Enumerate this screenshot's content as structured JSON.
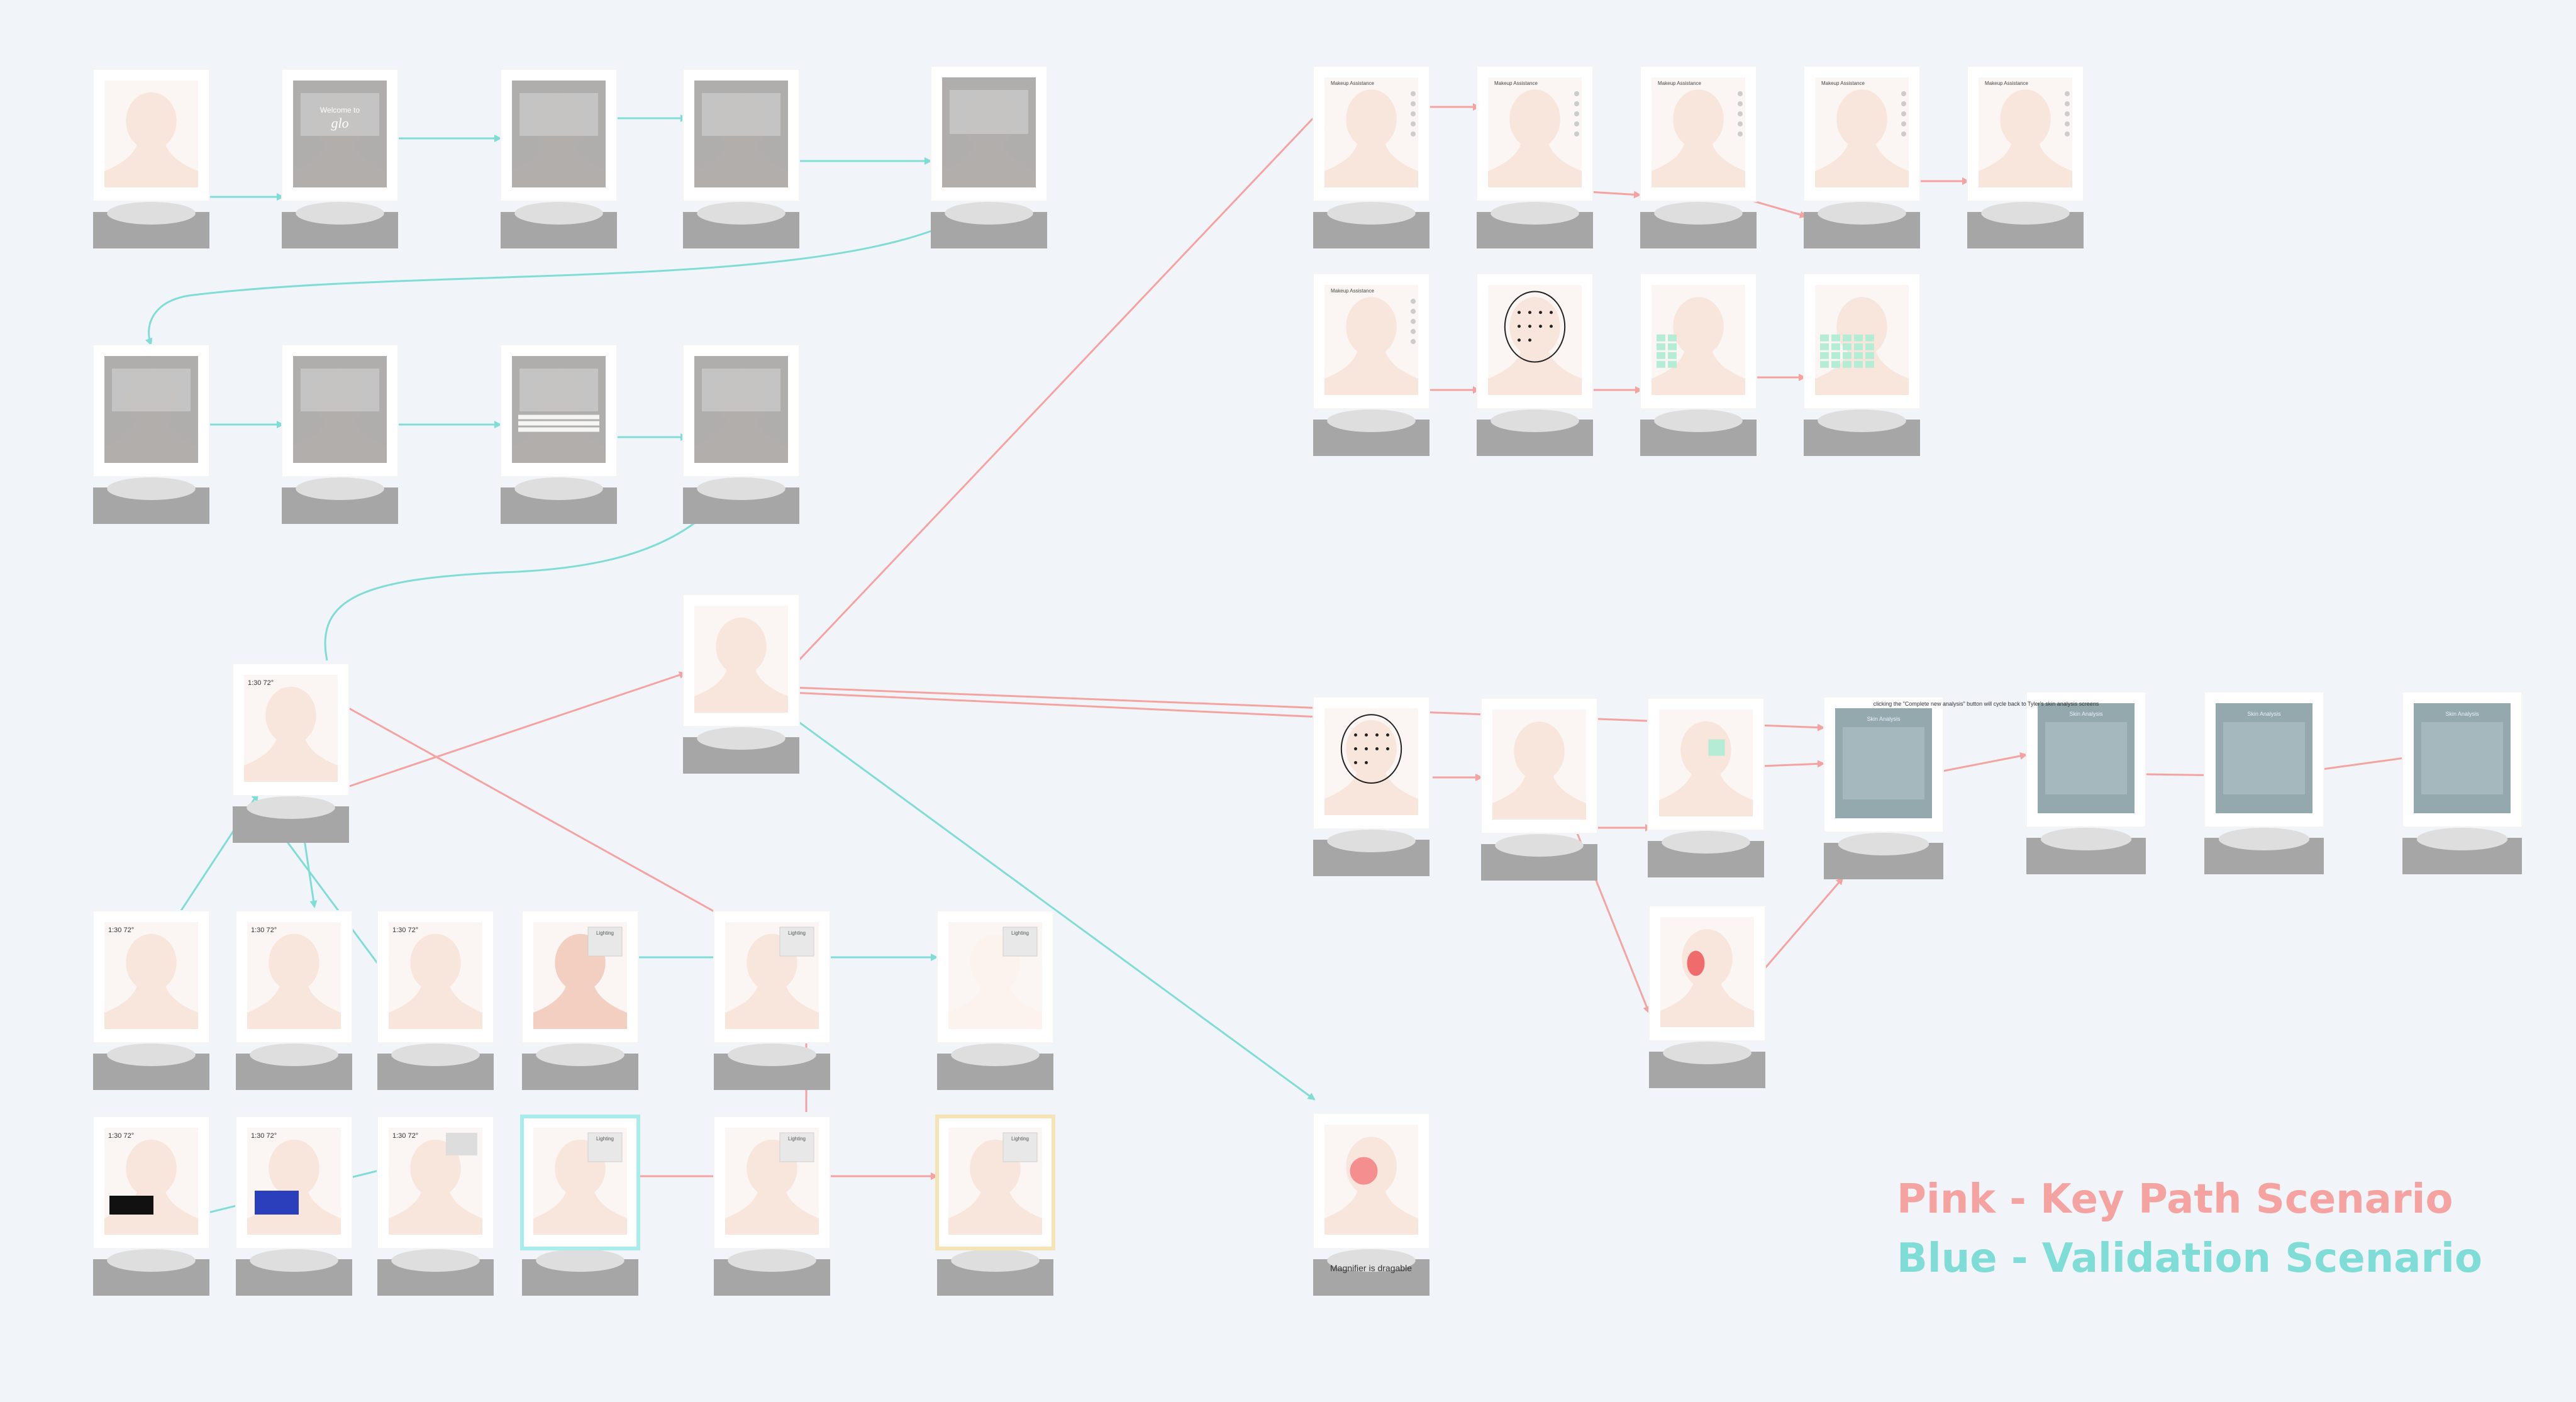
{
  "legend": {
    "pink": "Pink - Key Path Scenario",
    "blue": "Blue - Validation Scenario"
  },
  "colors": {
    "pink": "#f4a3a0",
    "blue": "#7fdcd6",
    "background": "#f1f4f8",
    "skin": "#f8e6dc",
    "teal_panel": "#93a9ae",
    "gray_overlay": "#9d9d9d",
    "keypad_green": "#b5ecd5",
    "stand_gray": "#a6a6a6"
  },
  "screens": {
    "onboarding_welcome": {
      "title": "Welcome to",
      "brand": "glo"
    },
    "makeup_assistance": {
      "title": "Makeup Assistance"
    },
    "skin_analysis": {
      "title": "Skin Analysis"
    },
    "lighting": {
      "title": "Lighting"
    },
    "clock": {
      "time": "1:30",
      "temp": "72°"
    }
  },
  "annotations": {
    "magnifier": "Magnifier is dragable",
    "analysis_note": "clicking the \"Complete new analysis\" button will cycle back to Tyler's skin analysis screens"
  }
}
